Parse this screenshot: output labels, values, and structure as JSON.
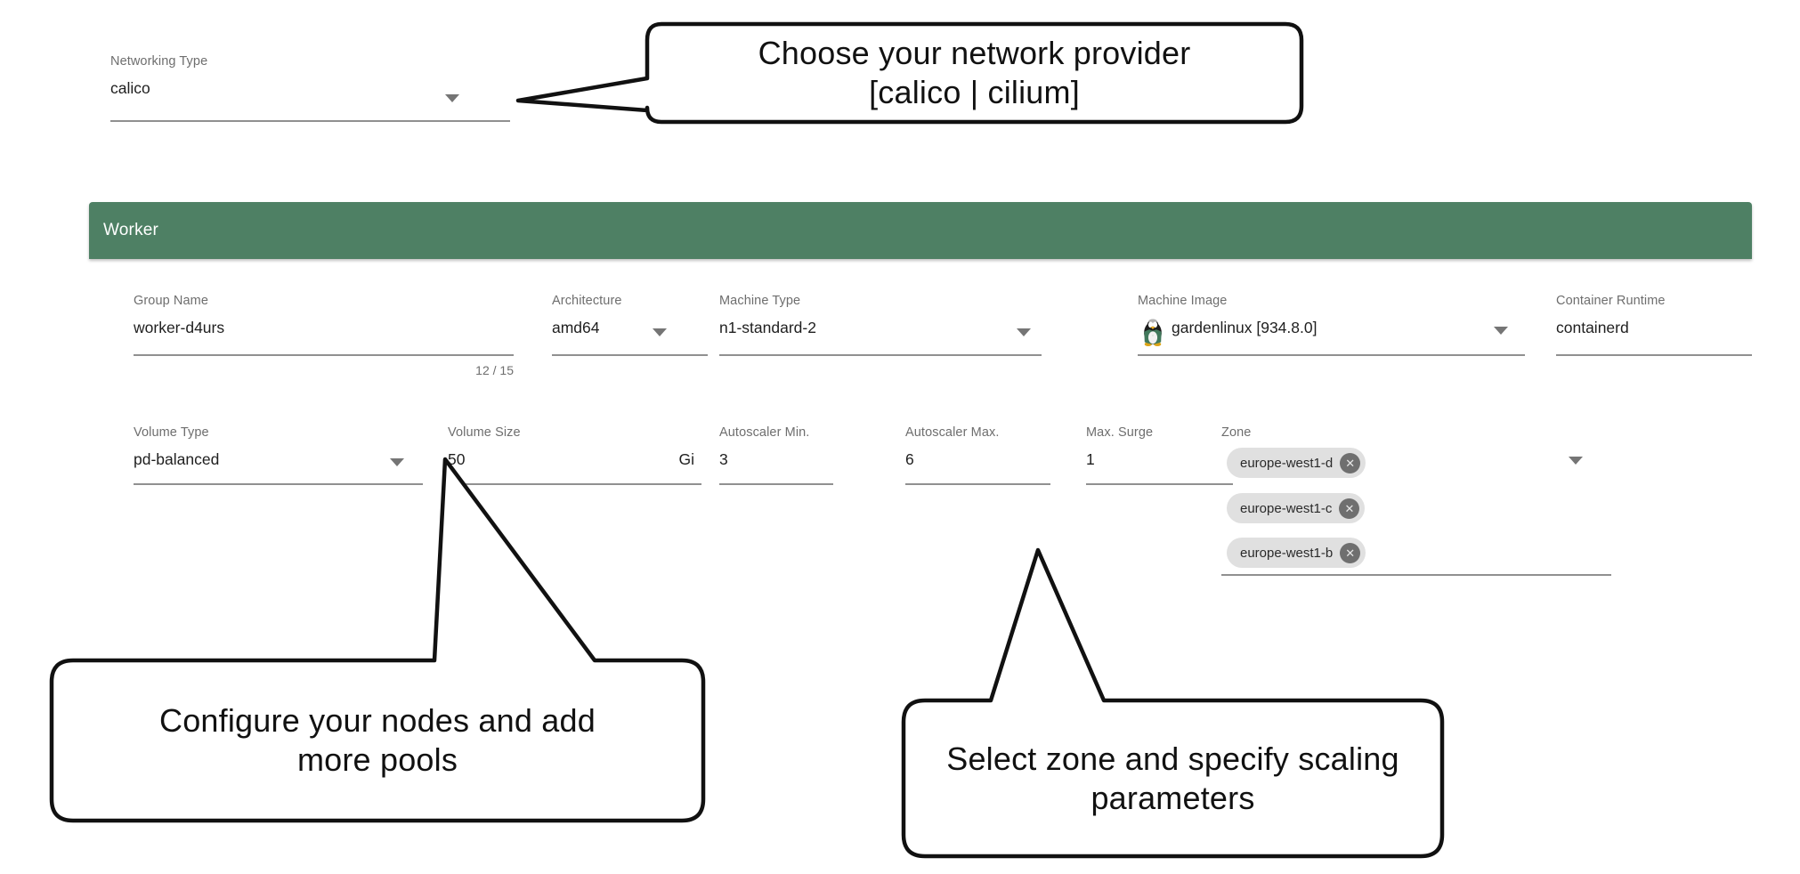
{
  "colors": {
    "header_green": "#4e8064",
    "chip_bg": "#e0e0e0",
    "chip_x_bg": "#6f6f6f",
    "underline": "#909090",
    "label_gray": "#6e6e6e",
    "value_dark": "#1f1f1f"
  },
  "icons": {
    "close": "✕",
    "dropdown": "chevron-down",
    "machine_image": "penguin-icon"
  },
  "networking": {
    "label": "Networking Type",
    "value": "calico"
  },
  "callouts": {
    "network": {
      "line1": "Choose your network provider",
      "line2": "[calico | cilium]"
    },
    "nodes": {
      "line1": "Configure your nodes and add",
      "line2": "more pools"
    },
    "zones": {
      "line1": "Select zone and specify scaling",
      "line2": "parameters"
    }
  },
  "worker": {
    "title": "Worker",
    "row1": {
      "group_name": {
        "label": "Group Name",
        "value": "worker-d4urs",
        "counter": "12 / 15"
      },
      "architecture": {
        "label": "Architecture",
        "value": "amd64"
      },
      "machine_type": {
        "label": "Machine Type",
        "value": "n1-standard-2"
      },
      "machine_image": {
        "label": "Machine Image",
        "value": "gardenlinux [934.8.0]"
      },
      "container_runtime": {
        "label": "Container Runtime",
        "value": "containerd"
      }
    },
    "row2": {
      "volume_type": {
        "label": "Volume Type",
        "value": "pd-balanced"
      },
      "volume_size": {
        "label": "Volume Size",
        "value": "50",
        "unit": "Gi"
      },
      "autoscaler_min": {
        "label": "Autoscaler Min.",
        "value": "3"
      },
      "autoscaler_max": {
        "label": "Autoscaler Max.",
        "value": "6"
      },
      "max_surge": {
        "label": "Max. Surge",
        "value": "1"
      },
      "zone": {
        "label": "Zone",
        "chips": [
          "europe-west1-d",
          "europe-west1-c",
          "europe-west1-b"
        ]
      }
    }
  }
}
